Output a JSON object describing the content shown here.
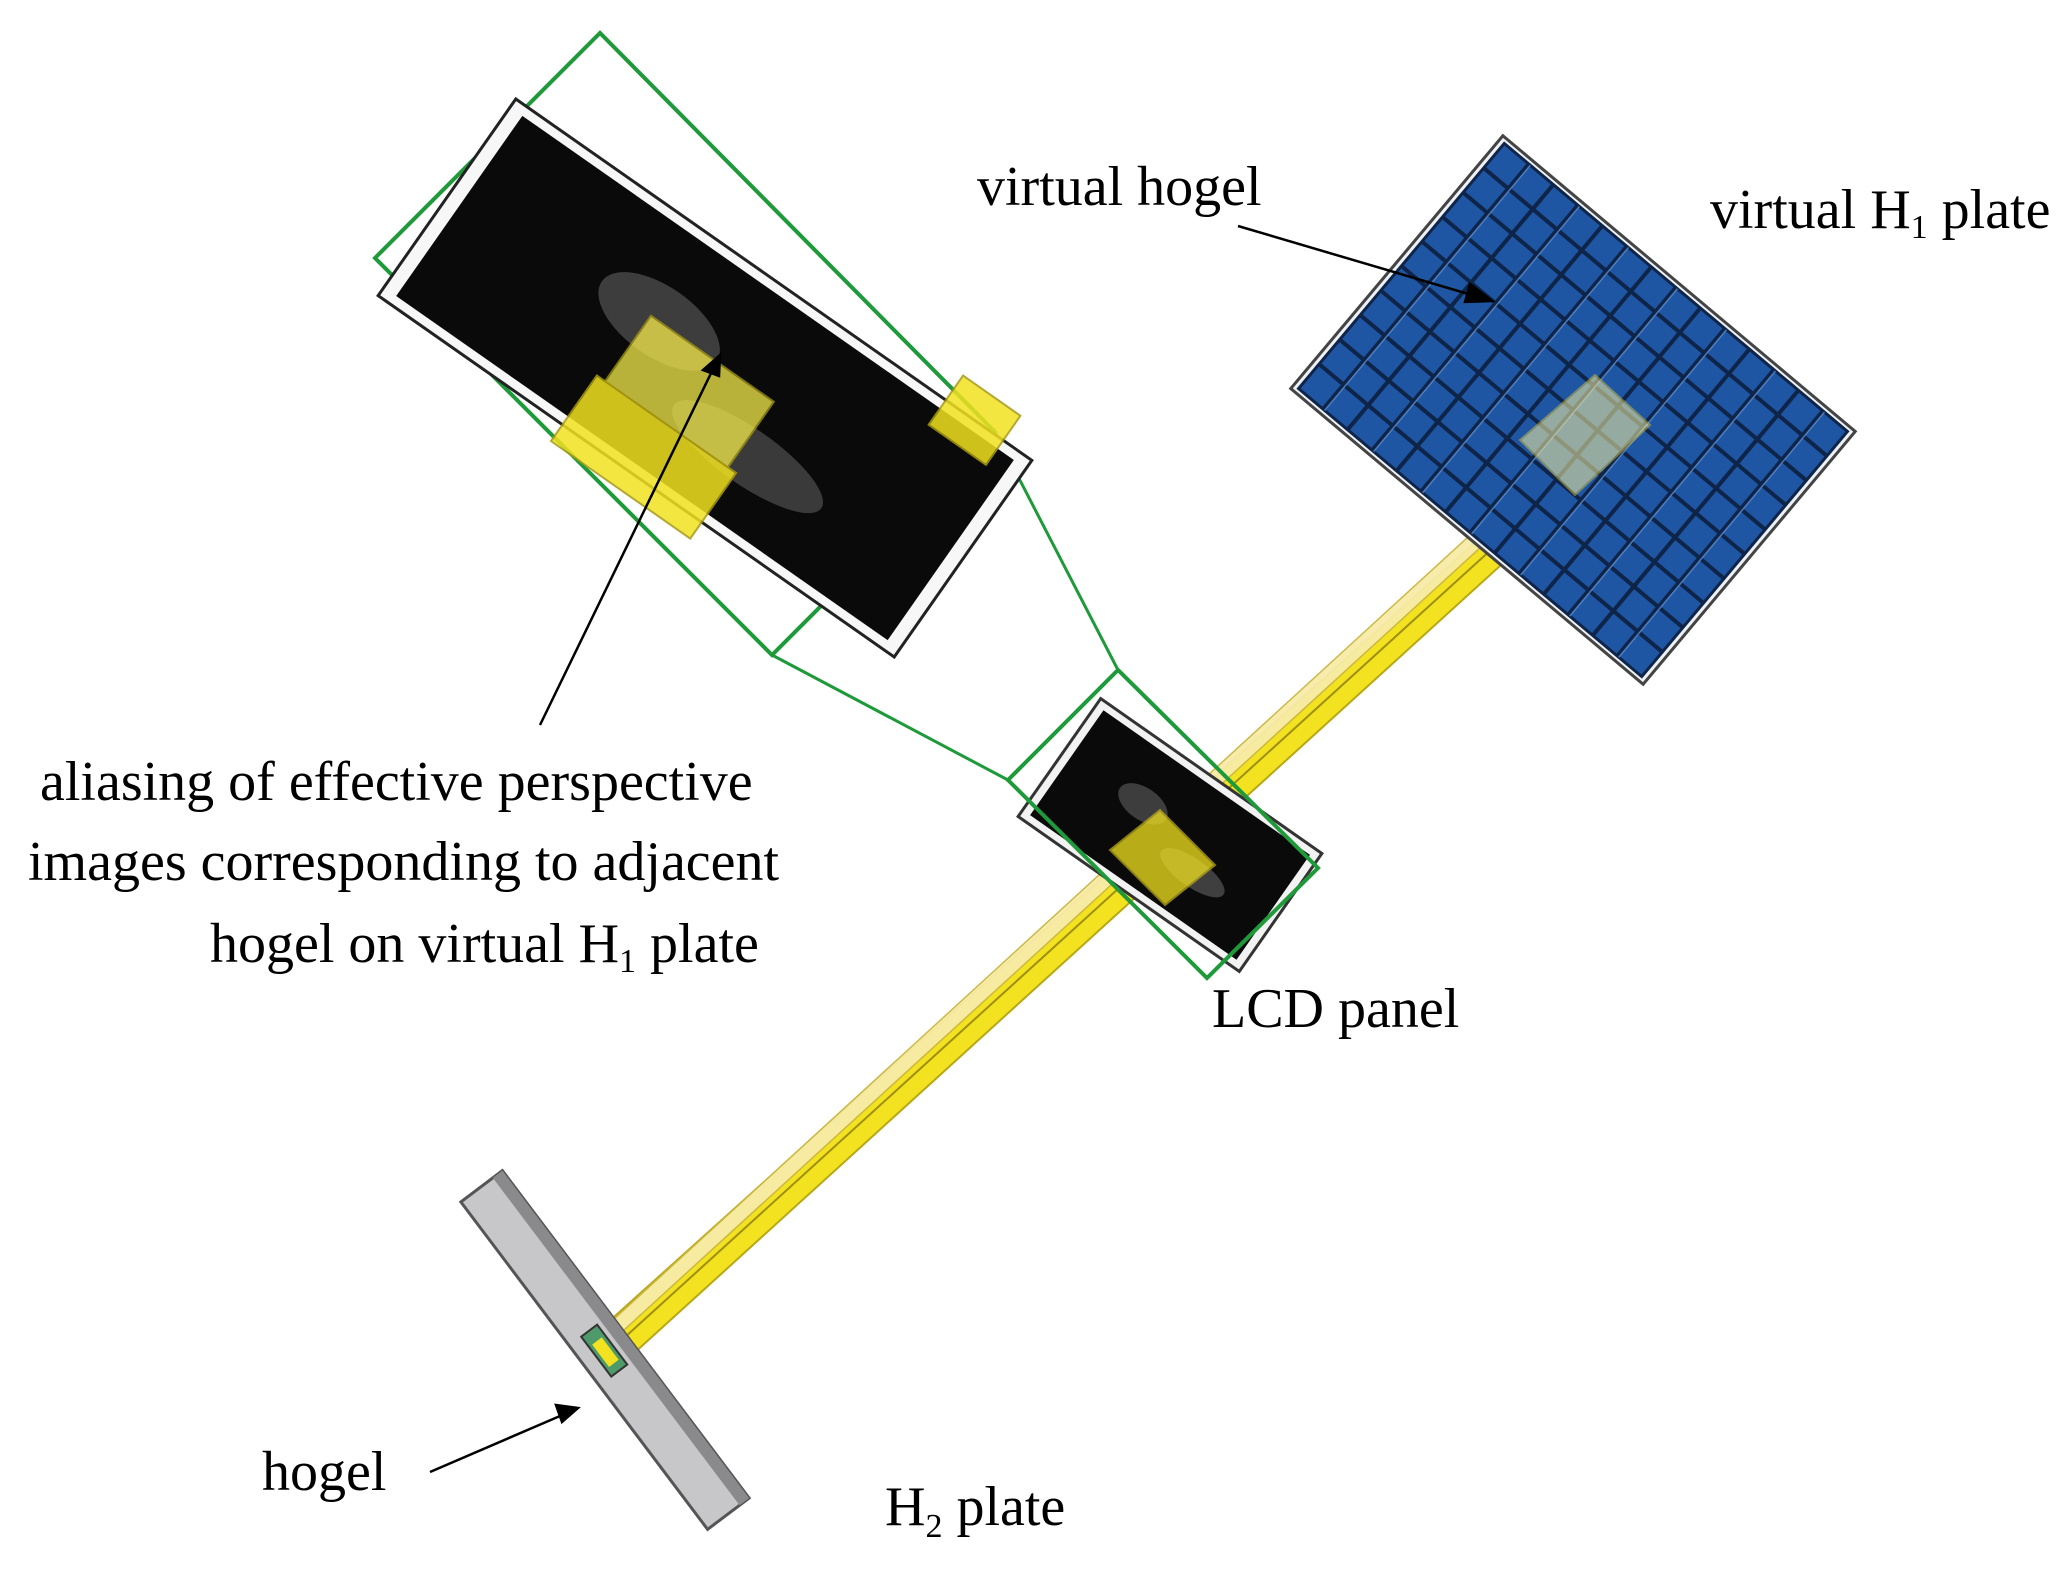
{
  "labels": {
    "virtual_hogel": "virtual hogel",
    "virtual_h1_prefix": "virtual ",
    "h_letter": "H",
    "sub_1": "1",
    "sub_2": "2",
    "plate_word": " plate",
    "aliasing_line1": "aliasing of effective perspective",
    "aliasing_line2": "images corresponding to adjacent",
    "aliasing_line3_prefix": "hogel on virtual ",
    "lcd_panel": "LCD panel",
    "hogel": "hogel"
  },
  "colors": {
    "zoom_frame": "#1e9a3a",
    "beam": "#f2e21f",
    "beam_light": "#f8eca8",
    "beam_edge": "#b8a818",
    "hogel_grid_fill": "#1f56a3",
    "hogel_grid_line": "#0e2448",
    "lcd_black": "#0a0a0a",
    "h2_plate": "#c7c7c9"
  }
}
